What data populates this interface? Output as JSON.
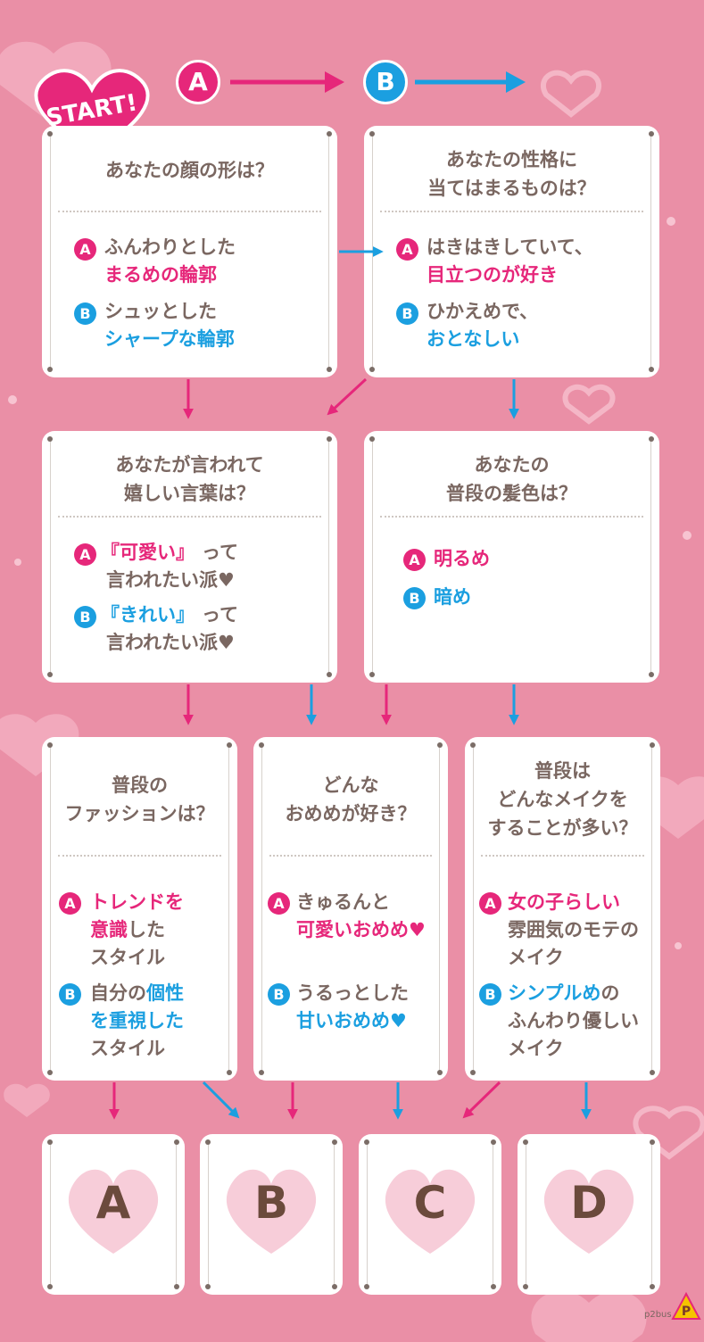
{
  "start_label": "START!",
  "legend": {
    "a": "A",
    "b": "B"
  },
  "colors": {
    "a": "#e6277a",
    "b": "#1b9fe0",
    "background": "#ea8fa6",
    "text": "#7a6761"
  },
  "questions": [
    {
      "question": "あなたの顔の形は？",
      "a": {
        "lines": [
          "ふんわりとした",
          "まるめの輪郭"
        ]
      },
      "b": {
        "lines": [
          "シュッとした",
          "シャープな輪郭"
        ]
      }
    },
    {
      "question": "あなたの性格に\n当てはまるものは？",
      "a": {
        "lines": [
          "はきはきしていて、",
          "目立つのが好き"
        ]
      },
      "b": {
        "lines": [
          "ひかえめで、",
          "おとなしい"
        ]
      }
    },
    {
      "question": "あなたが言われて\n嬉しい言葉は？",
      "a": {
        "em": "『可愛い』",
        "tail": "って",
        "line2": "言われたい派♥"
      },
      "b": {
        "em": "『きれい』",
        "tail": "って",
        "line2": "言われたい派♥"
      }
    },
    {
      "question": "あなたの\n普段の髪色は？",
      "a": {
        "lines": [
          "明るめ"
        ]
      },
      "b": {
        "lines": [
          "暗め"
        ]
      }
    },
    {
      "question": "普段の\nファッションは？",
      "a": {
        "l1": "トレンドを",
        "l2em": "意識",
        "l2": "した",
        "l3": "スタイル"
      },
      "b": {
        "l1pre": "自分の",
        "l1em": "個性",
        "l2": "を重視した",
        "l3": "スタイル"
      }
    },
    {
      "question": "どんな\nおめめが好き？",
      "a": {
        "l1": "きゅるんと",
        "l2": "可愛いおめめ♥"
      },
      "b": {
        "l1": "うるっとした",
        "l2": "甘いおめめ♥"
      }
    },
    {
      "question": "普段は\nどんなメイクを\nすることが多い？",
      "a": {
        "l1": "女の子らしい",
        "l2": "雰囲気のモテの",
        "l3": "メイク"
      },
      "b": {
        "l1em": "シンプルめ",
        "l1": "の",
        "l2": "ふんわり優しい",
        "l3": "メイク"
      }
    }
  ],
  "results": [
    "A",
    "B",
    "C",
    "D"
  ],
  "watermark": "p2bus",
  "logo_letter": "P"
}
